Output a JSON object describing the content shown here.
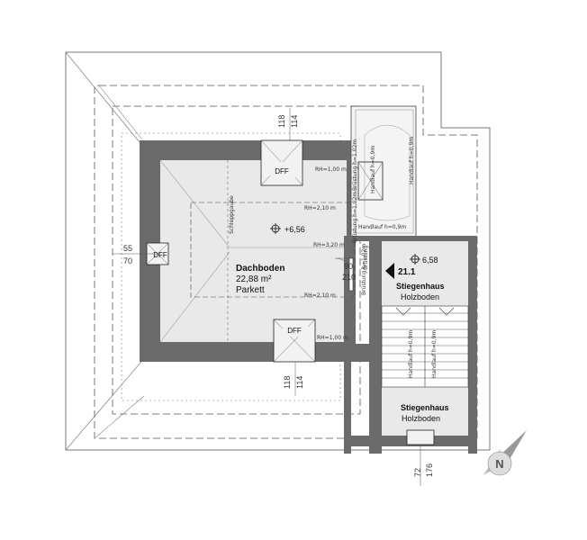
{
  "rooms": {
    "attic": {
      "name": "Dachboden",
      "area": "22,88 m²",
      "floor": "Parkett",
      "level": "+6,56"
    },
    "stair_upper": {
      "number": "21.1",
      "name": "Stiegenhaus",
      "floor": "Holzboden",
      "level": "6,58"
    },
    "stair_lower": {
      "name": "Stiegenhaus",
      "floor": "Holzboden"
    }
  },
  "windows": {
    "top": "DFF",
    "bottom": "DFF",
    "left": "DFF"
  },
  "dimensions": {
    "top_a": "118",
    "top_b": "114",
    "bottom_a": "118",
    "bottom_b": "114",
    "left_a": "55",
    "left_b": "70",
    "door_a": "90",
    "door_b": "210",
    "stair_a": "72",
    "stair_b": "176"
  },
  "annotations": {
    "rh_top": "RH=1,00 m",
    "rh_210_top": "RH=2,10 m",
    "rh_320": "RH=3,20 m",
    "rh_210_bottom": "RH=2,10 m",
    "rh_bottom": "RH=1,00 m",
    "schleppgaube": "Schleppgaube",
    "handlauf_09_a": "Handlauf h=0,9m",
    "handlauf_09_b": "Handlauf h=0,9m",
    "handlauf_09_c": "Handlauf h=0,9m",
    "brustung_1": "Brüstung h=1,02m",
    "brustung_2": "Brüstung h=1,02m",
    "brustung_3": "Brüstung h=1,02m",
    "brustung_4": "Brüstung",
    "handlauf_lower_1": "Handlauf h=0,9m",
    "handlauf_lower_2": "Handlauf h=0,9m"
  },
  "icons": {
    "north": "north-arrow-icon",
    "level": "level-marker-icon",
    "section": "section-arrow-icon"
  }
}
